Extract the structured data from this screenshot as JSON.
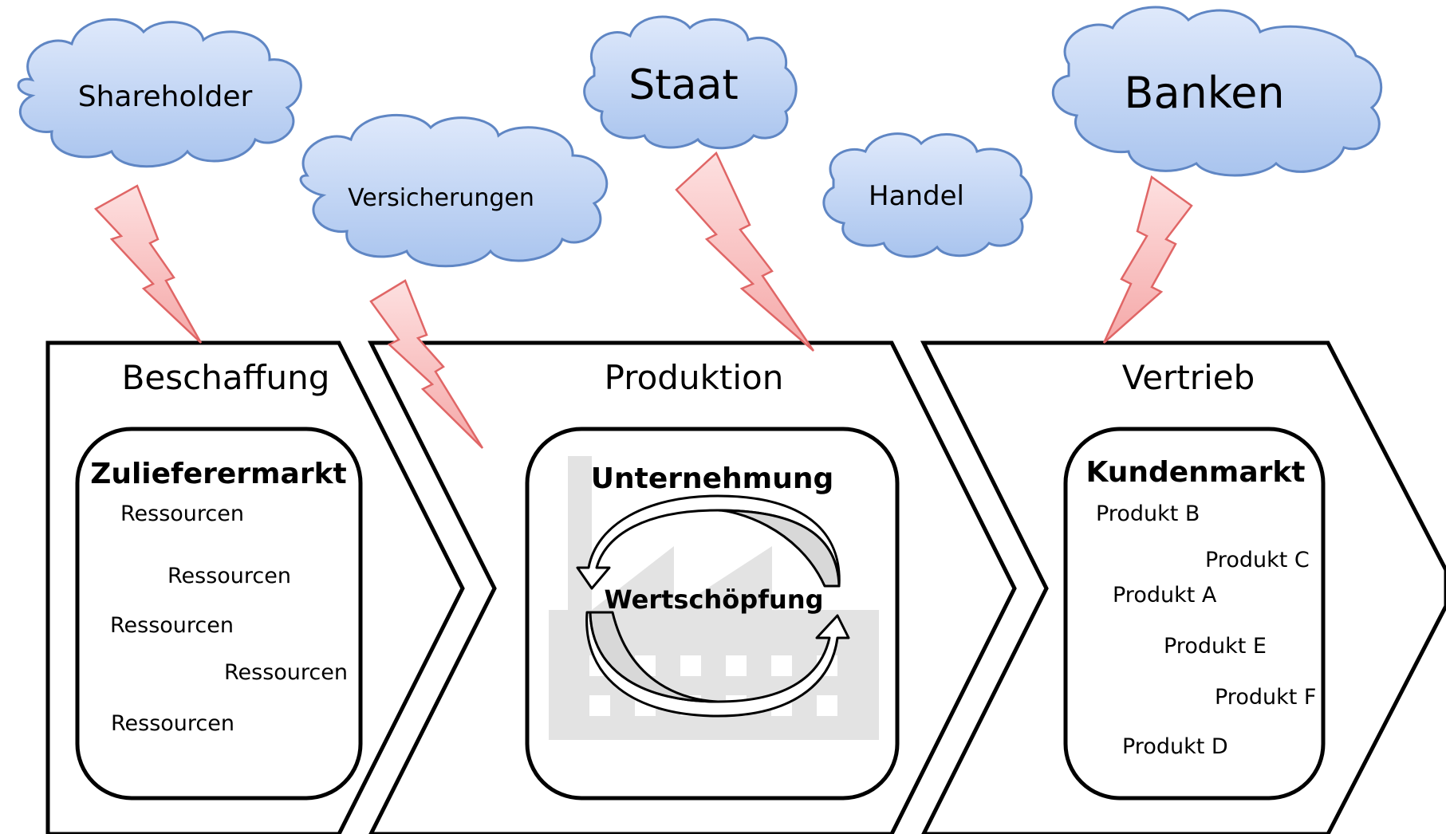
{
  "clouds": {
    "shareholder": "Shareholder",
    "versicherungen": "Versicherungen",
    "staat": "Staat",
    "handel": "Handel",
    "banken": "Banken"
  },
  "stages": {
    "beschaffung": {
      "title": "Beschaffung",
      "box_title": "Zulieferermarkt",
      "items": [
        "Ressourcen",
        "Ressourcen",
        "Ressourcen",
        "Ressourcen",
        "Ressourcen"
      ]
    },
    "produktion": {
      "title": "Produktion",
      "box_title": "Unternehmung",
      "cycle_label": "Wertschöpfung"
    },
    "vertrieb": {
      "title": "Vertrieb",
      "box_title": "Kundenmarkt",
      "items": [
        "Produkt B",
        "Produkt C",
        "Produkt A",
        "Produkt E",
        "Produkt F",
        "Produkt D"
      ]
    }
  },
  "colors": {
    "cloud_fill": "#c6d9f5",
    "cloud_stroke": "#5f86c4",
    "bolt_fill": "#f9c0c0",
    "bolt_stroke": "#e06666",
    "factory": "#e3e3e3",
    "arrow_fill": "#d8d8d8"
  }
}
